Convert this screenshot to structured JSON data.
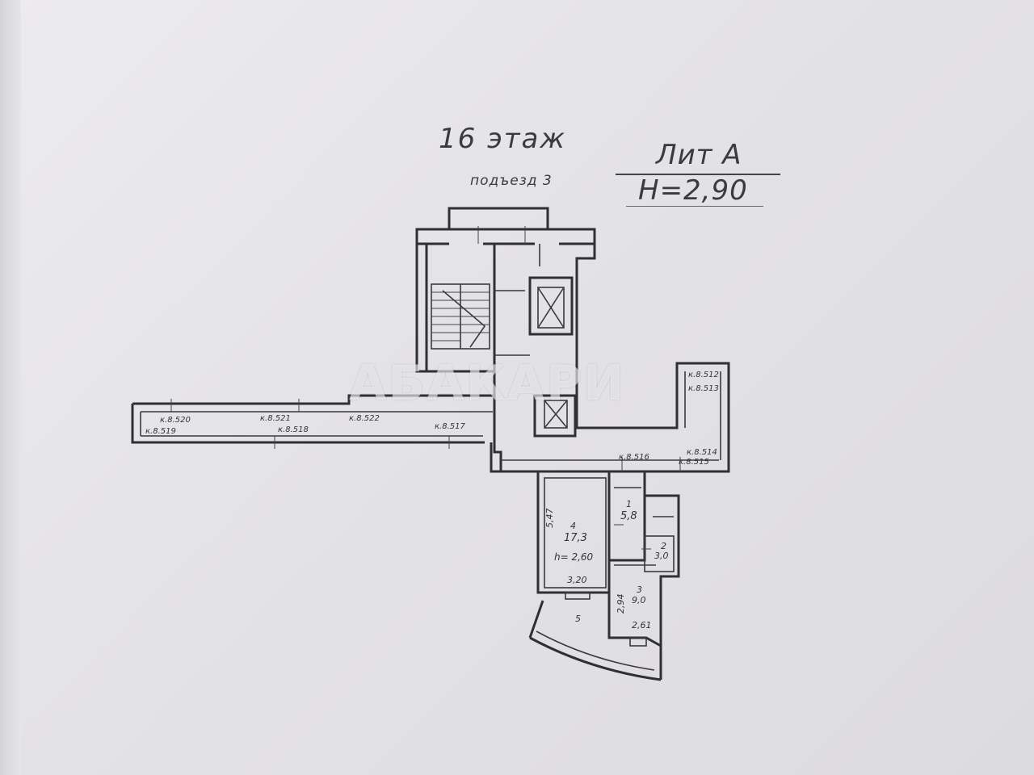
{
  "header": {
    "floor_title": "16  этаж",
    "entrance": "подъезд 3",
    "letter": "Лит  А",
    "ceiling_height": "Н=2,90"
  },
  "watermark": "АБАКАРИ",
  "marks": {
    "m520": "к.8.520",
    "m519": "к.8.519",
    "m521": "к.8.521",
    "m518": "к.8.518",
    "m522": "к.8.522",
    "m517": "к.8.517",
    "m516": "к.8.516",
    "m514": "к.8.514",
    "m515": "к.8.515",
    "m512": "к.8.512",
    "m513": "к.8.513"
  },
  "rooms": {
    "r4_num": "4",
    "r4_area": "17,3",
    "r4_height": "h= 2,60",
    "r4_len": "5,47",
    "r4_width": "3,20",
    "r1_num": "1",
    "r1_area": "5,8",
    "r2_num": "2",
    "r2_area": "3,0",
    "r3_num": "3",
    "r3_area": "9,0",
    "r3_len": "2,94",
    "r3_width": "2,61",
    "r5_num": "5"
  }
}
